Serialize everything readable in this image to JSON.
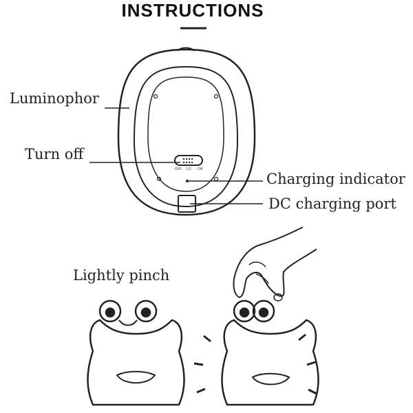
{
  "title": "INSTRUCTIONS",
  "labels": {
    "luminophor": "Luminophor",
    "turn_off": "Turn off",
    "charging_indicator": "Charging indicator",
    "dc_port": "DC charging port",
    "lightly_pinch": "Lightly pinch"
  },
  "switch": {
    "off": "OFF",
    "lo": "LO",
    "on": "ON"
  },
  "colors": {
    "line": "#222222"
  }
}
